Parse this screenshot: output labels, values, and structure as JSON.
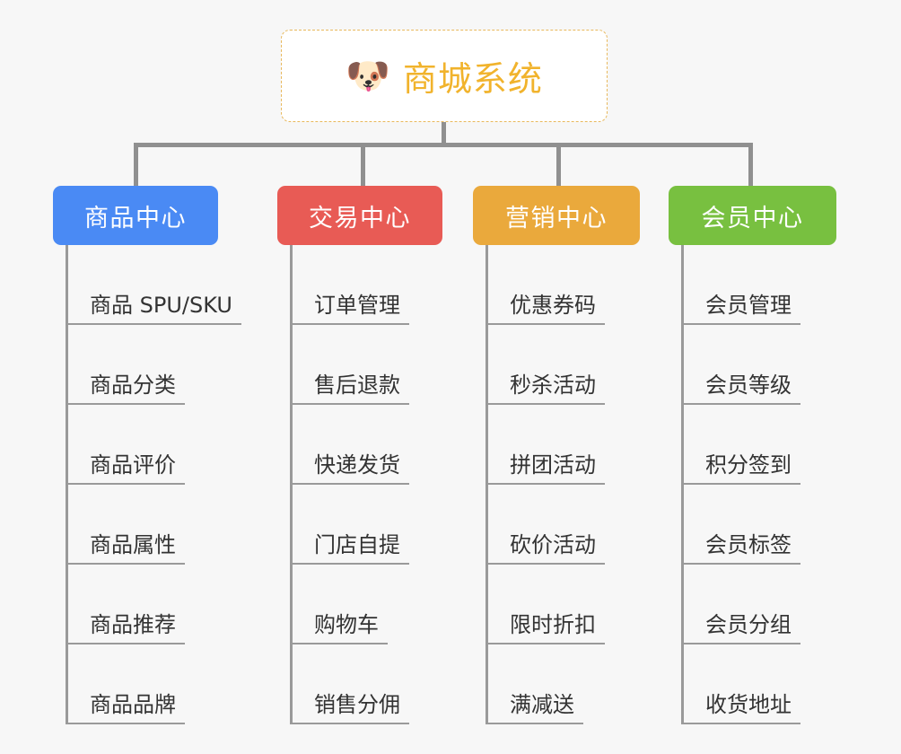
{
  "page": {
    "background_color": "#f7f7f7",
    "line_color": "#909090"
  },
  "root": {
    "icon": "dog-face-emoji",
    "emoji": "🐶",
    "title": "商城系统",
    "text_color": "#f1b32c",
    "border_color": "#e8b85c"
  },
  "columns": [
    {
      "id": "product-center",
      "title": "商品中心",
      "color": "#4a8af4",
      "items": [
        "商品 SPU/SKU",
        "商品分类",
        "商品评价",
        "商品属性",
        "商品推荐",
        "商品品牌"
      ]
    },
    {
      "id": "trade-center",
      "title": "交易中心",
      "color": "#e85b55",
      "items": [
        "订单管理",
        "售后退款",
        "快递发货",
        "门店自提",
        "购物车",
        "销售分佣"
      ]
    },
    {
      "id": "marketing-center",
      "title": "营销中心",
      "color": "#eaa93c",
      "items": [
        "优惠券码",
        "秒杀活动",
        "拼团活动",
        "砍价活动",
        "限时折扣",
        "满减送"
      ]
    },
    {
      "id": "member-center",
      "title": "会员中心",
      "color": "#78c040",
      "items": [
        "会员管理",
        "会员等级",
        "积分签到",
        "会员标签",
        "会员分组",
        "收货地址"
      ]
    }
  ]
}
